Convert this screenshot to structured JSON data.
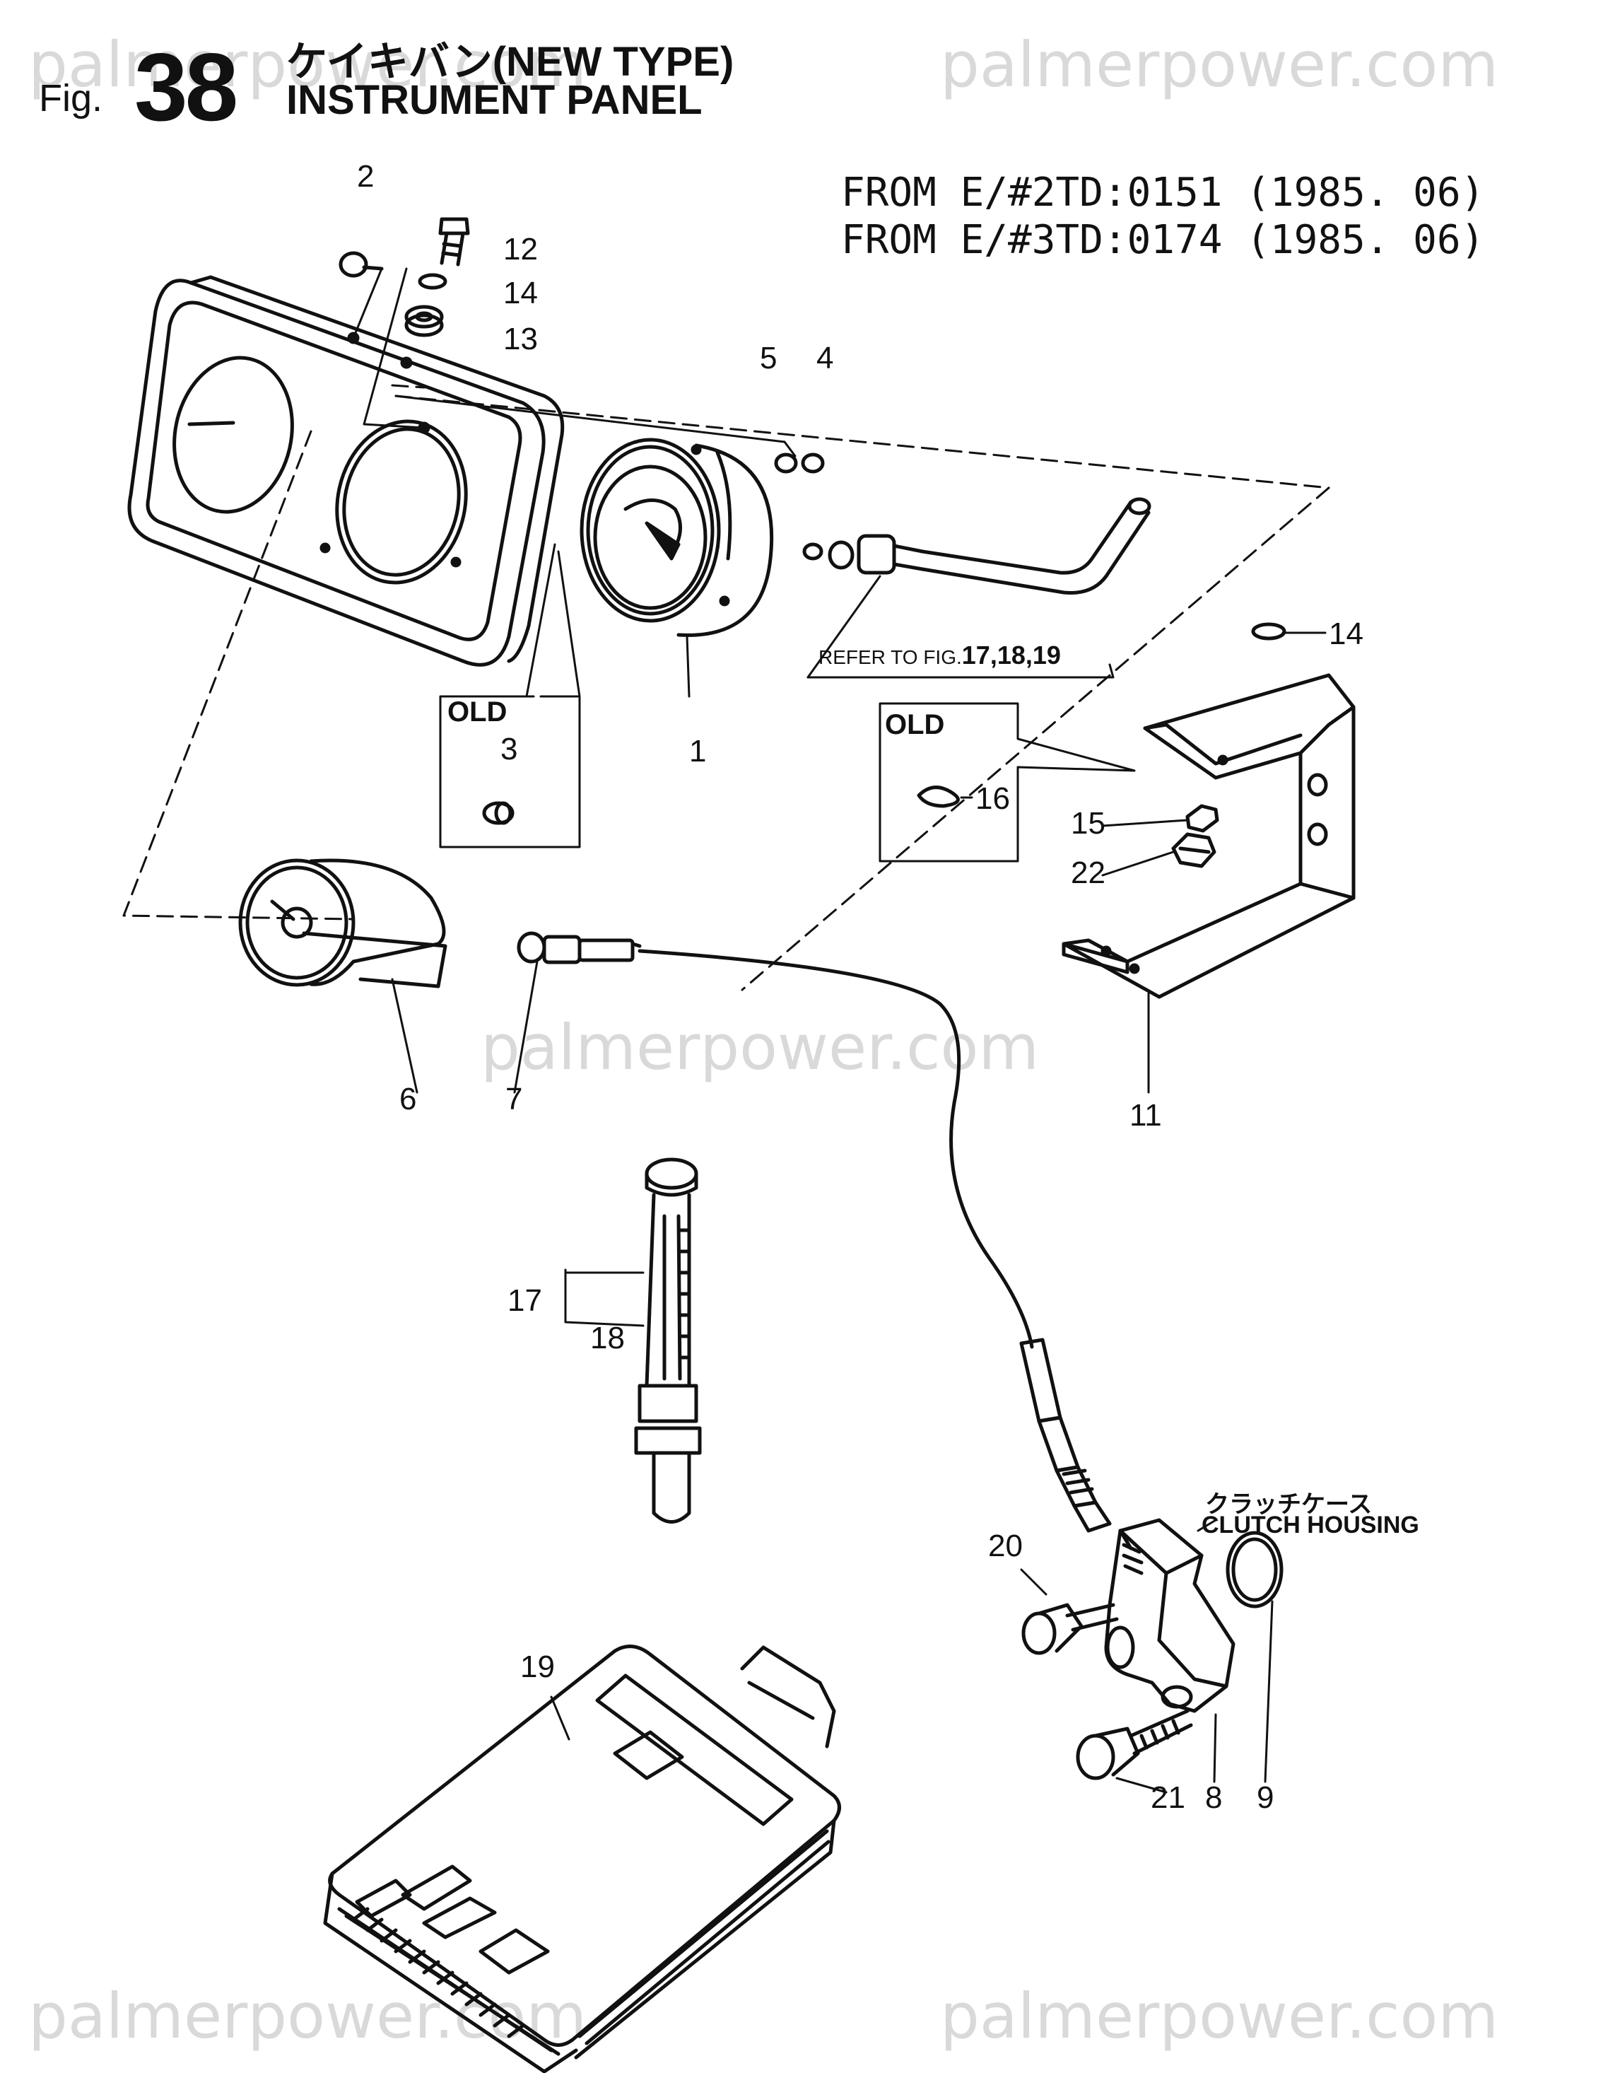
{
  "header": {
    "fig_word": "Fig.",
    "fig_number": "38",
    "title_jp": "ケイキバン(NEW TYPE)",
    "title_en": "INSTRUMENT PANEL"
  },
  "serials": [
    "FROM E/#2TD:0151 (1985. 06)",
    "FROM E/#3TD:0174 (1985. 06)"
  ],
  "notes": {
    "refer_prefix": "REFER TO FIG.",
    "refer_figs": "17,18,19",
    "old_label": "OLD",
    "clutch_jp": "クラッチケース",
    "clutch_en": "CLUTCH HOUSING"
  },
  "callouts": {
    "c1": "1",
    "c2": "2",
    "c3": "3",
    "c4": "4",
    "c5": "5",
    "c6": "6",
    "c7": "7",
    "c8": "8",
    "c9": "9",
    "c11": "11",
    "c12": "12",
    "c13": "13",
    "c14a": "14",
    "c14b": "14",
    "c15": "15",
    "c16": "16",
    "c17": "17",
    "c18": "18",
    "c19": "19",
    "c20": "20",
    "c21": "21",
    "c22": "22"
  },
  "watermark": "palmerpower.com"
}
